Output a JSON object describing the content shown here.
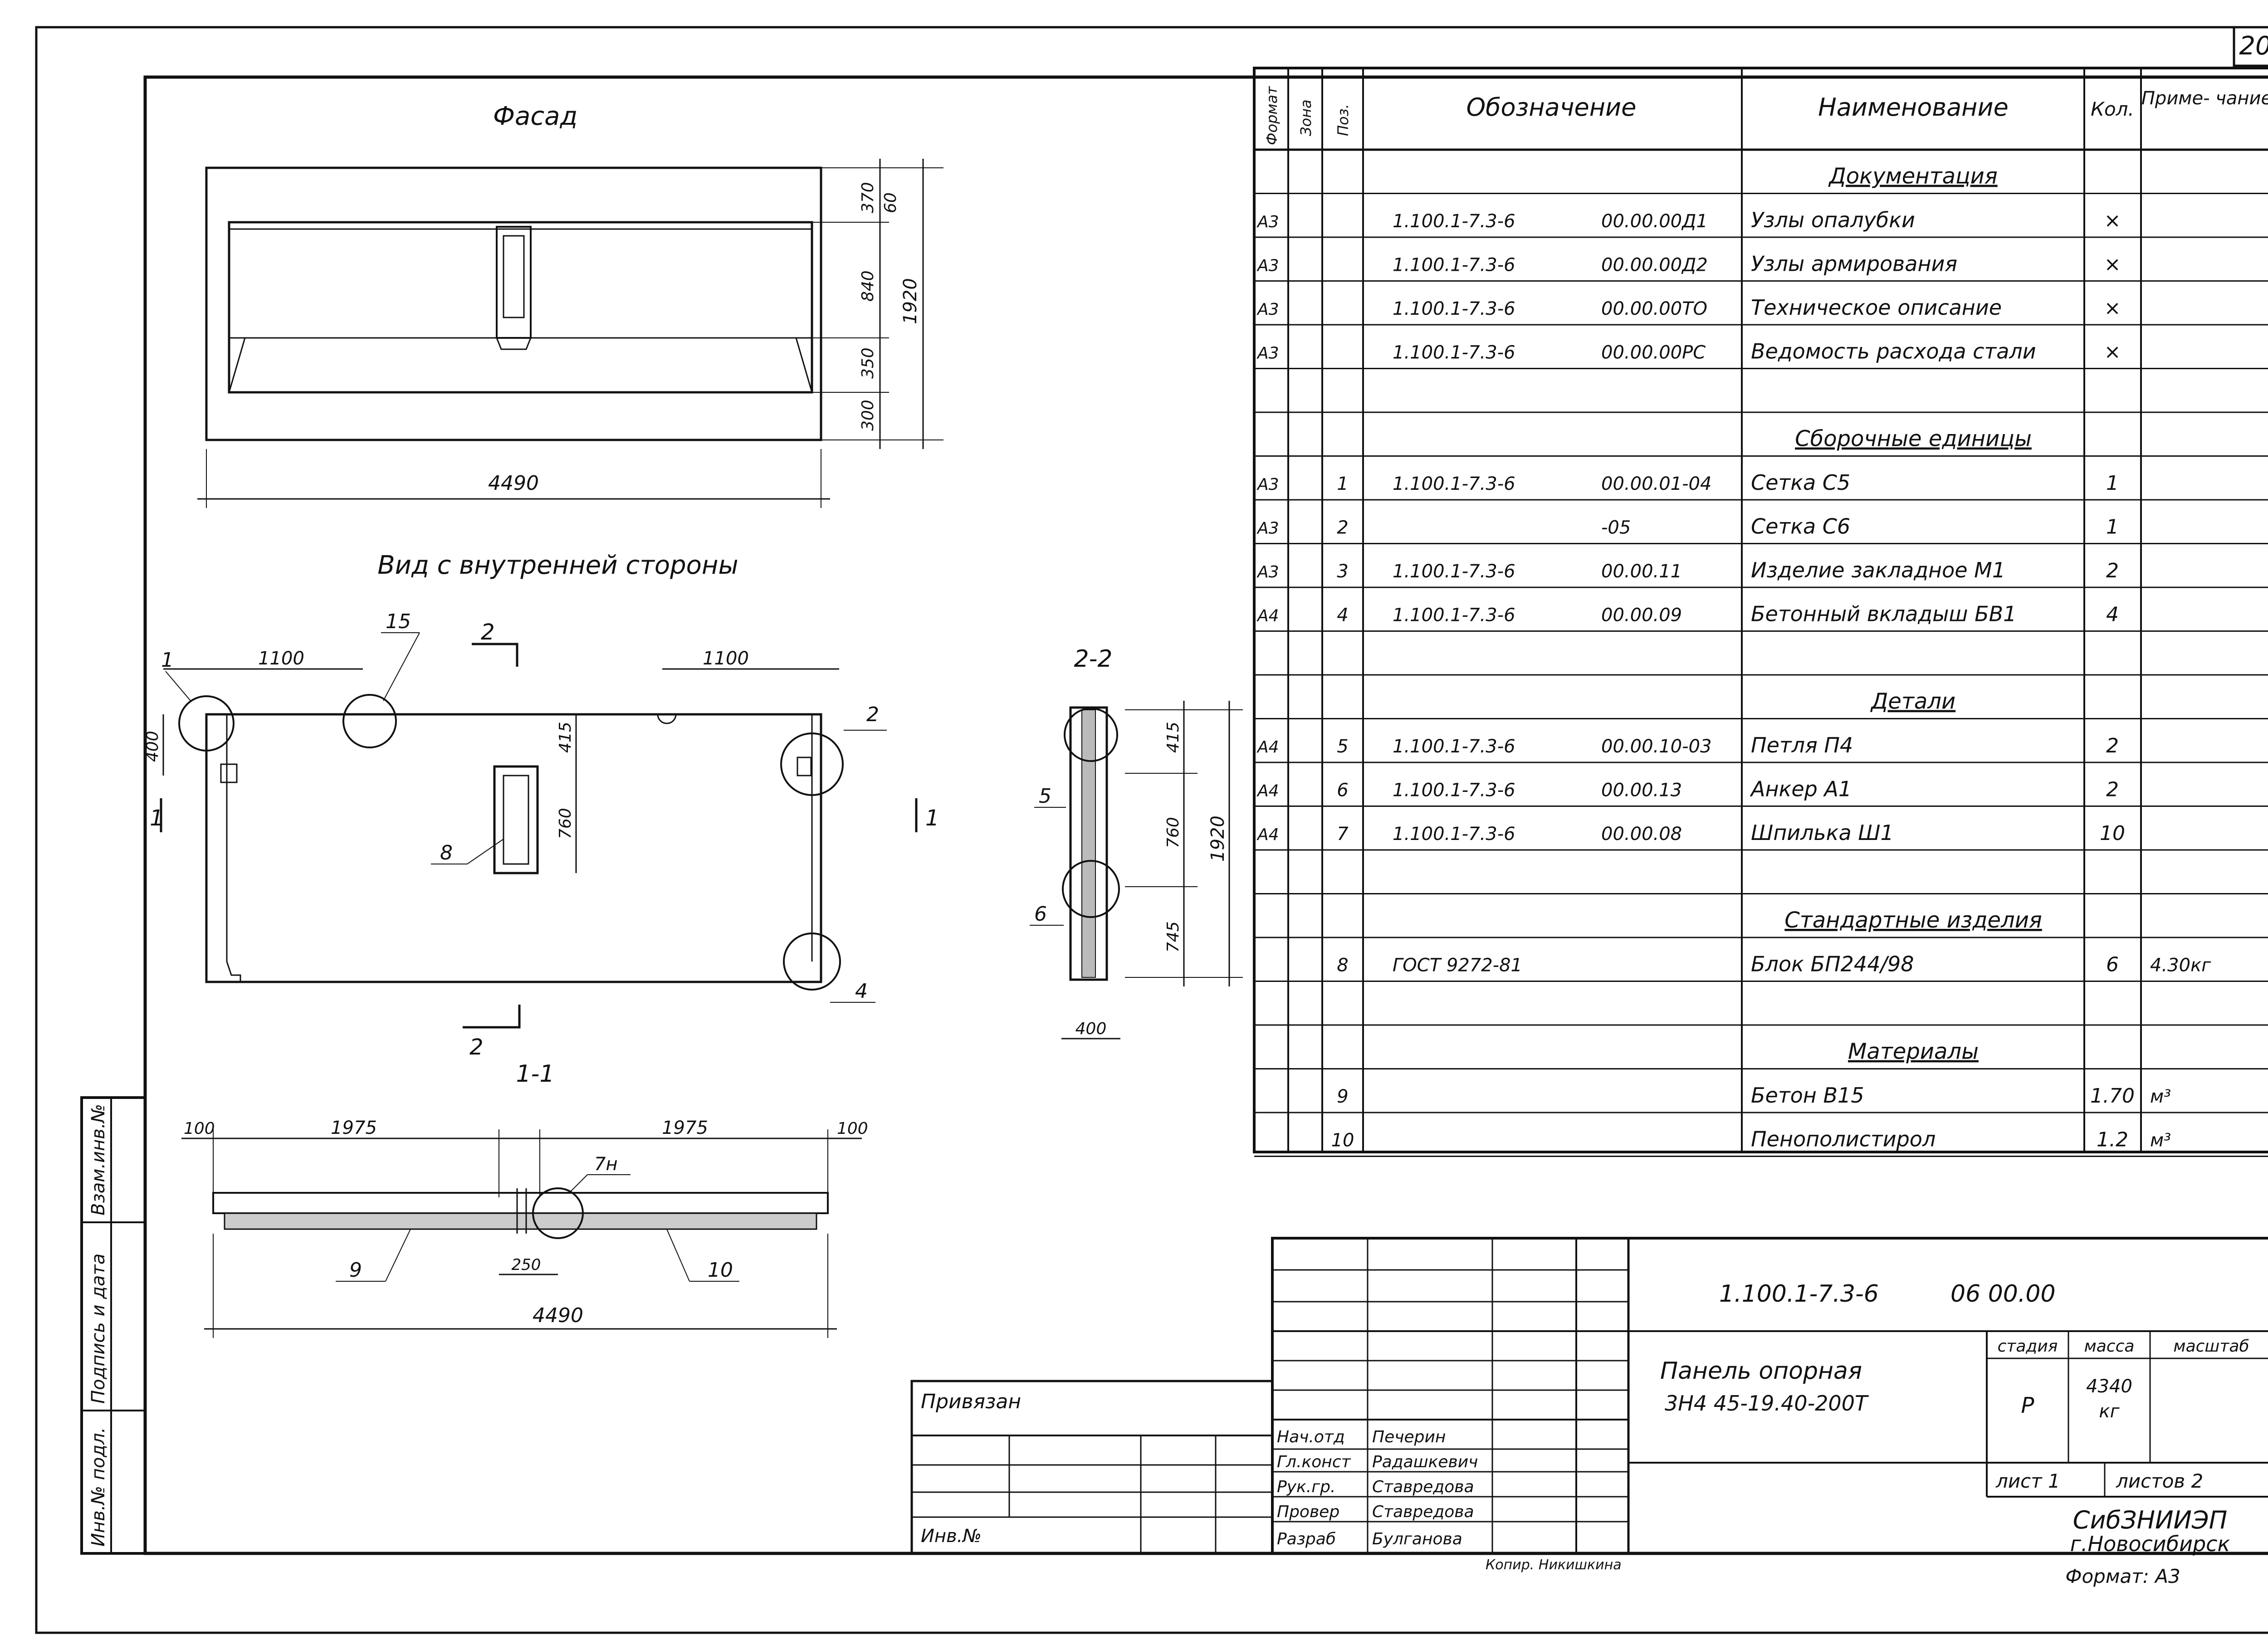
{
  "sheet_number": "20",
  "views": {
    "facade": {
      "title": "Фасад",
      "dims_right": [
        "370",
        "60",
        "840",
        "1920",
        "350",
        "300"
      ],
      "width": "4490"
    },
    "inside": {
      "title": "Вид с внутренней стороны",
      "dims": [
        "1100",
        "1100",
        "400",
        "415",
        "760"
      ],
      "callouts": [
        "1",
        "15",
        "2",
        "8",
        "4"
      ],
      "section_marks": [
        "2",
        "2",
        "1",
        "1"
      ]
    },
    "section_2_2": {
      "title": "2-2",
      "dims": [
        "415",
        "760",
        "1920",
        "745",
        "400"
      ],
      "callouts": [
        "5",
        "6"
      ]
    },
    "section_1_1": {
      "title": "1-1",
      "dims": [
        "100",
        "1975",
        "1975",
        "100",
        "250",
        "4490"
      ],
      "callouts": [
        "7н",
        "9",
        "10"
      ]
    }
  },
  "spec_table": {
    "headers": [
      "Формат",
      "Зона",
      "Поз.",
      "Обозначение",
      "Наименование",
      "Кол.",
      "Приме-\nчание"
    ],
    "rows": [
      {
        "fmt": "",
        "zone": "",
        "pos": "",
        "code": "",
        "code2": "",
        "name": "Документация",
        "qty": "",
        "note": "",
        "section": true
      },
      {
        "fmt": "А3",
        "zone": "",
        "pos": "",
        "code": "1.100.1-7.3-6",
        "code2": "00.00.00Д1",
        "name": "Узлы опалубки",
        "qty": "×",
        "note": ""
      },
      {
        "fmt": "А3",
        "zone": "",
        "pos": "",
        "code": "1.100.1-7.3-6",
        "code2": "00.00.00Д2",
        "name": "Узлы армирования",
        "qty": "×",
        "note": ""
      },
      {
        "fmt": "А3",
        "zone": "",
        "pos": "",
        "code": "1.100.1-7.3-6",
        "code2": "00.00.00ТО",
        "name": "Техническое описание",
        "qty": "×",
        "note": ""
      },
      {
        "fmt": "А3",
        "zone": "",
        "pos": "",
        "code": "1.100.1-7.3-6",
        "code2": "00.00.00РС",
        "name": "Ведомость расхода стали",
        "qty": "×",
        "note": ""
      },
      {
        "fmt": "",
        "zone": "",
        "pos": "",
        "code": "",
        "code2": "",
        "name": "",
        "qty": "",
        "note": ""
      },
      {
        "fmt": "",
        "zone": "",
        "pos": "",
        "code": "",
        "code2": "",
        "name": "Сборочные единицы",
        "qty": "",
        "note": "",
        "section": true
      },
      {
        "fmt": "А3",
        "zone": "",
        "pos": "1",
        "code": "1.100.1-7.3-6",
        "code2": "00.00.01-04",
        "name": "Сетка С5",
        "qty": "1",
        "note": ""
      },
      {
        "fmt": "А3",
        "zone": "",
        "pos": "2",
        "code": "",
        "code2": "-05",
        "name": "Сетка С6",
        "qty": "1",
        "note": ""
      },
      {
        "fmt": "А3",
        "zone": "",
        "pos": "3",
        "code": "1.100.1-7.3-6",
        "code2": "00.00.11",
        "name": "Изделие закладное М1",
        "qty": "2",
        "note": ""
      },
      {
        "fmt": "А4",
        "zone": "",
        "pos": "4",
        "code": "1.100.1-7.3-6",
        "code2": "00.00.09",
        "name": "Бетонный вкладыш БВ1",
        "qty": "4",
        "note": ""
      },
      {
        "fmt": "",
        "zone": "",
        "pos": "",
        "code": "",
        "code2": "",
        "name": "",
        "qty": "",
        "note": ""
      },
      {
        "fmt": "",
        "zone": "",
        "pos": "",
        "code": "",
        "code2": "",
        "name": "Детали",
        "qty": "",
        "note": "",
        "section": true
      },
      {
        "fmt": "А4",
        "zone": "",
        "pos": "5",
        "code": "1.100.1-7.3-6",
        "code2": "00.00.10-03",
        "name": "Петля П4",
        "qty": "2",
        "note": ""
      },
      {
        "fmt": "А4",
        "zone": "",
        "pos": "6",
        "code": "1.100.1-7.3-6",
        "code2": "00.00.13",
        "name": "Анкер А1",
        "qty": "2",
        "note": ""
      },
      {
        "fmt": "А4",
        "zone": "",
        "pos": "7",
        "code": "1.100.1-7.3-6",
        "code2": "00.00.08",
        "name": "Шпилька Ш1",
        "qty": "10",
        "note": ""
      },
      {
        "fmt": "",
        "zone": "",
        "pos": "",
        "code": "",
        "code2": "",
        "name": "",
        "qty": "",
        "note": ""
      },
      {
        "fmt": "",
        "zone": "",
        "pos": "",
        "code": "",
        "code2": "",
        "name": "Стандартные изделия",
        "qty": "",
        "note": "",
        "section": true
      },
      {
        "fmt": "",
        "zone": "",
        "pos": "8",
        "code": "ГОСТ 9272-81",
        "code2": "",
        "name": "Блок БП244/98",
        "qty": "6",
        "note": "4.30кг"
      },
      {
        "fmt": "",
        "zone": "",
        "pos": "",
        "code": "",
        "code2": "",
        "name": "",
        "qty": "",
        "note": ""
      },
      {
        "fmt": "",
        "zone": "",
        "pos": "",
        "code": "",
        "code2": "",
        "name": "Материалы",
        "qty": "",
        "note": "",
        "section": true
      },
      {
        "fmt": "",
        "zone": "",
        "pos": "9",
        "code": "",
        "code2": "",
        "name": "Бетон В15",
        "qty": "1.70",
        "note": "м³"
      },
      {
        "fmt": "",
        "zone": "",
        "pos": "10",
        "code": "",
        "code2": "",
        "name": "Пенополистирол",
        "qty": "1.2",
        "note": "м³"
      }
    ]
  },
  "title_block": {
    "doc_code": "1.100.1-7.3-6",
    "doc_code2": "06 00.00",
    "name_line1": "Панель опорная",
    "name_line2": "3Н4 45-19.40-200Т",
    "stage_label": "стадия",
    "mass_label": "масса",
    "scale_label": "масштаб",
    "stage": "Р",
    "mass": "4340",
    "mass_unit": "кг",
    "sheet_label": "лист 1",
    "sheets_label": "листов 2",
    "org": "СибЗНИИЭП",
    "city": "г.Новосибирск",
    "format_label": "Формат: А3",
    "bound_label": "Привязан",
    "inv_label": "Инв.№",
    "copy_label": "Копир. Никишкина",
    "roles": [
      {
        "role": "Нач.отд",
        "name": "Печерин"
      },
      {
        "role": "Гл.конст",
        "name": "Радашкевич"
      },
      {
        "role": "Рук.гр.",
        "name": "Ставредова"
      },
      {
        "role": "Провер",
        "name": "Ставредова"
      },
      {
        "role": "Разраб",
        "name": "Булганова"
      }
    ]
  },
  "side_stamp": {
    "labels": [
      "Взам.инв.№",
      "Подпись и дата",
      "Инв.№ подл."
    ]
  }
}
